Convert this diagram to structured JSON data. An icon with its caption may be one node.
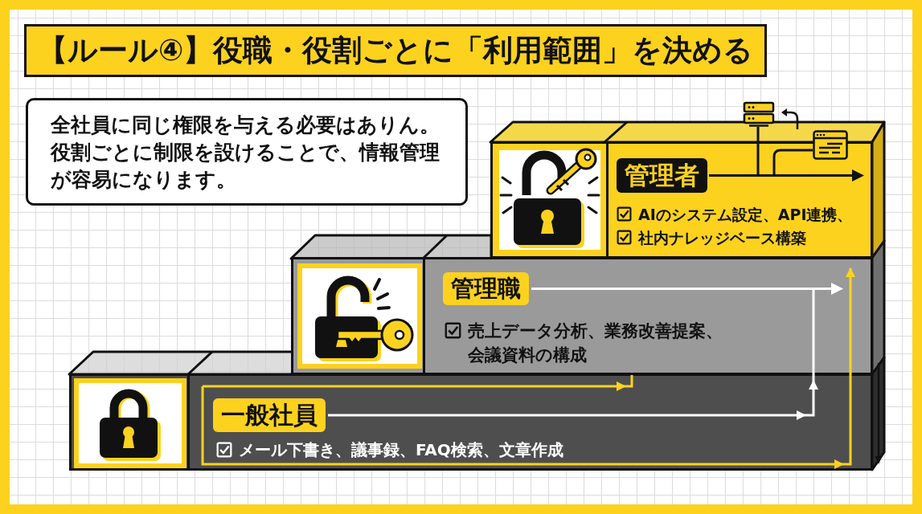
{
  "diagram": {
    "title": "【ルール④】役職・役割ごとに「利用範囲」を決める",
    "nodes": [
      {
        "text": [
          "全社員に同じ権限を与える必要はありん。役割ごとに制限を設けることで、情報管理が容易になります。"
        ]
      },
      {
        "text": [
          "管理者",
          "AIのシステム設定、API連携、",
          "社内ナレッジベース構築"
        ]
      },
      {
        "text": [
          "管理職",
          "売上データ分析、業務改善提案、会議資料の構成"
        ]
      },
      {
        "text": [
          "一般社員",
          "メール下書き、議事録、FAQ検索、文章作成"
        ]
      }
    ],
    "edges": [
      {
        "from": 3,
        "to": 2,
        "arrow": "to",
        "color": "#ffffff"
      },
      {
        "from": 3,
        "to": 2,
        "arrow": "to"
      },
      {
        "from": 3,
        "to": 2,
        "arrow": "to"
      }
    ]
  }
}
